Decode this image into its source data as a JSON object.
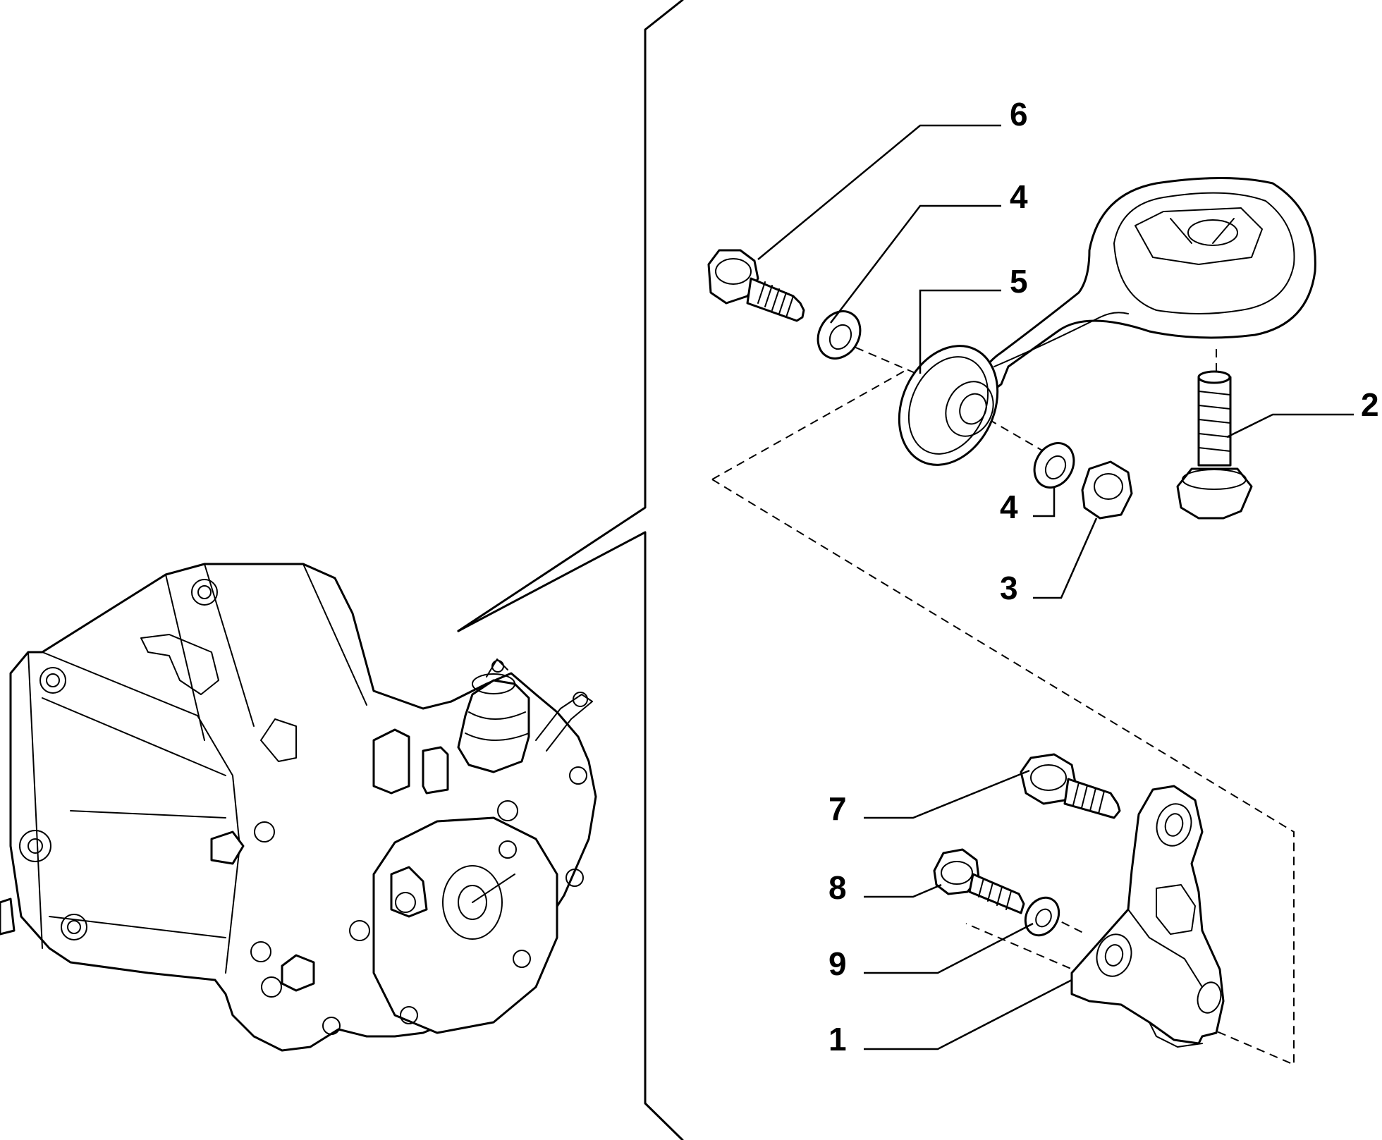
{
  "callouts": [
    {
      "id": "6",
      "text": "6"
    },
    {
      "id": "4a",
      "text": "4"
    },
    {
      "id": "5",
      "text": "5"
    },
    {
      "id": "2",
      "text": "2"
    },
    {
      "id": "4b",
      "text": "4"
    },
    {
      "id": "3",
      "text": "3"
    },
    {
      "id": "7",
      "text": "7"
    },
    {
      "id": "8",
      "text": "8"
    },
    {
      "id": "9",
      "text": "9"
    },
    {
      "id": "1",
      "text": "1"
    }
  ]
}
